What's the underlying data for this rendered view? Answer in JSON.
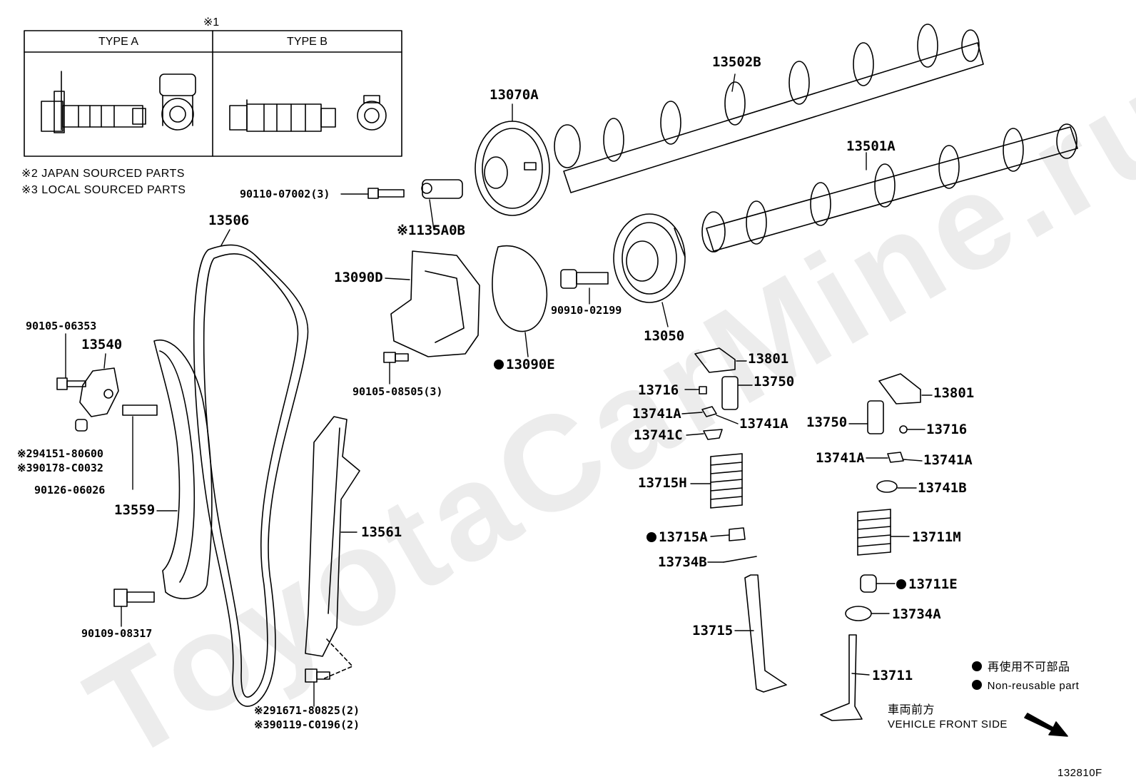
{
  "watermark": "ToyotaCarMine.ru",
  "inset": {
    "marker": "※1",
    "type_a": "TYPE A",
    "type_b": "TYPE B"
  },
  "notes": {
    "japan": "※2 JAPAN SOURCED PARTS",
    "local": "※3 LOCAL SOURCED PARTS"
  },
  "parts": {
    "p13502B": "13502B",
    "p13070A": "13070A",
    "p13501A": "13501A",
    "p90110": "90110-07002(3)",
    "p135A0B": "※1135A0B",
    "p13506": "13506",
    "p13090D": "13090D",
    "p90910": "90910-02199",
    "p13050": "13050",
    "p13090E": "13090E",
    "p90105_06353": "90105-06353",
    "p13540": "13540",
    "p90105_08505": "90105-08505(3)",
    "p13801a": "13801",
    "p13716a": "13716",
    "p13750a": "13750",
    "p13741Aa": "13741A",
    "p13741Ab": "13741A",
    "p13741C": "13741C",
    "p13801b": "13801",
    "p13750b": "13750",
    "p13716b": "13716",
    "p13741Ac": "13741A",
    "p13741Ad": "13741A",
    "p13741B": "13741B",
    "p94151": "※294151-80600",
    "p90178": "※390178-C0032",
    "p90126": "90126-06026",
    "p13559": "13559",
    "p13561": "13561",
    "p13715H": "13715H",
    "p13711M": "13711M",
    "p13715A": "13715A",
    "p13734B": "13734B",
    "p13711E": "13711E",
    "p90109": "90109-08317",
    "p13734A": "13734A",
    "p13715": "13715",
    "p13711": "13711",
    "p91671": "※291671-80825(2)",
    "p90119": "※390119-C0196(2)"
  },
  "legend": {
    "non_reusable_jp": "再使用不可部品",
    "non_reusable_en": "Non-reusable part"
  },
  "front": {
    "jp": "車両前方",
    "en": "VEHICLE FRONT SIDE"
  },
  "figure_code": "132810F"
}
